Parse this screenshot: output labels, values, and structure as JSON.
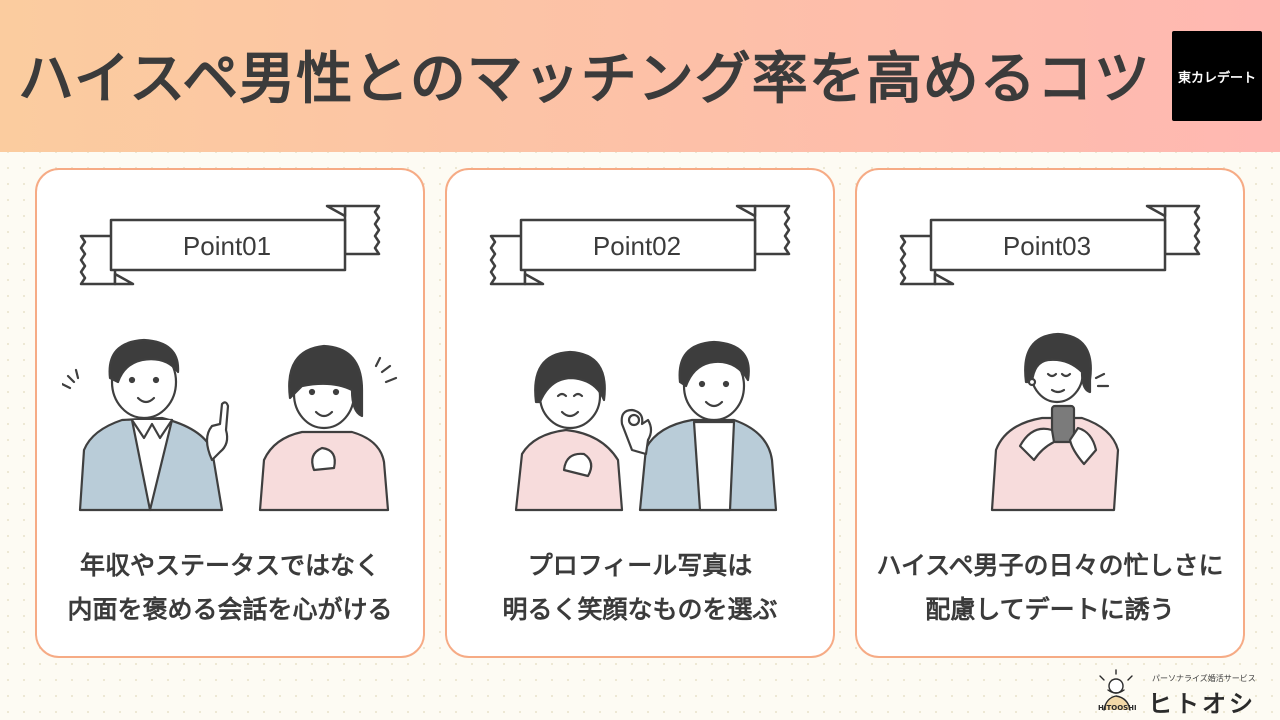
{
  "header": {
    "title": "ハイスペ男性とのマッチング率を高めるコツ",
    "brand_logo": "東カレデート"
  },
  "cards": [
    {
      "point": "Point01",
      "line1": "年収やステータスではなく",
      "line2": "内面を褒める会話を心がける",
      "illustration": "man-and-woman-talking"
    },
    {
      "point": "Point02",
      "line1": "プロフィール写真は",
      "line2": "明るく笑顔なものを選ぶ",
      "illustration": "smiling-woman-and-man-ok-sign"
    },
    {
      "point": "Point03",
      "line1": "ハイスペ男子の日々の忙しさに",
      "line2": "配慮してデートに誘う",
      "illustration": "woman-with-smartphone"
    }
  ],
  "footer": {
    "tagline": "パーソナライズ婚活サービス",
    "name": "ヒトオシ",
    "mini_label": "HITOOSHI"
  },
  "colors": {
    "header_start": "#fbcc9f",
    "header_end": "#ffb8b2",
    "card_border": "#f6ab85",
    "shirt_blue": "#b9ccd8",
    "shirt_pink": "#f7dcdc",
    "hair": "#3d3d3d"
  }
}
